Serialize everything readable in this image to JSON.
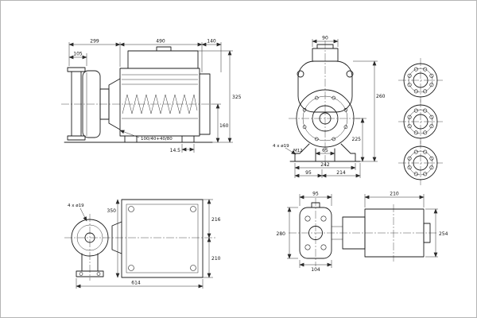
{
  "sheet": {
    "background": "#ffffff",
    "line_color": "#1c1c1c"
  },
  "views": {
    "side": {
      "dim_length_pump": "299",
      "dim_length_motor": "490",
      "dim_length_fan": "140",
      "dim_port_offset": "105",
      "dim_height_total": "325",
      "dim_height_shaft": "160",
      "dim_foot": "14.5",
      "port_label": "100/40+40/80"
    },
    "front": {
      "dim_box_width": "90",
      "dim_height_upper": "260",
      "dim_height_lower": "225",
      "thread_label": "M12",
      "dim_foot_inner": "65",
      "dim_foot_span": "242",
      "dim_base_left": "95",
      "dim_base_right": "214",
      "holes_label": "4 x ø19"
    },
    "plan": {
      "dim_width": "350",
      "dim_depth_upper": "216",
      "dim_depth_lower": "210",
      "dim_length_total": "614",
      "holes_label": "4 x ø19"
    },
    "foundation": {
      "dim_flange_width": "95",
      "dim_motor_width": "210",
      "dim_height_left": "280",
      "dim_base_width": "104",
      "dim_height_right": "254"
    }
  }
}
